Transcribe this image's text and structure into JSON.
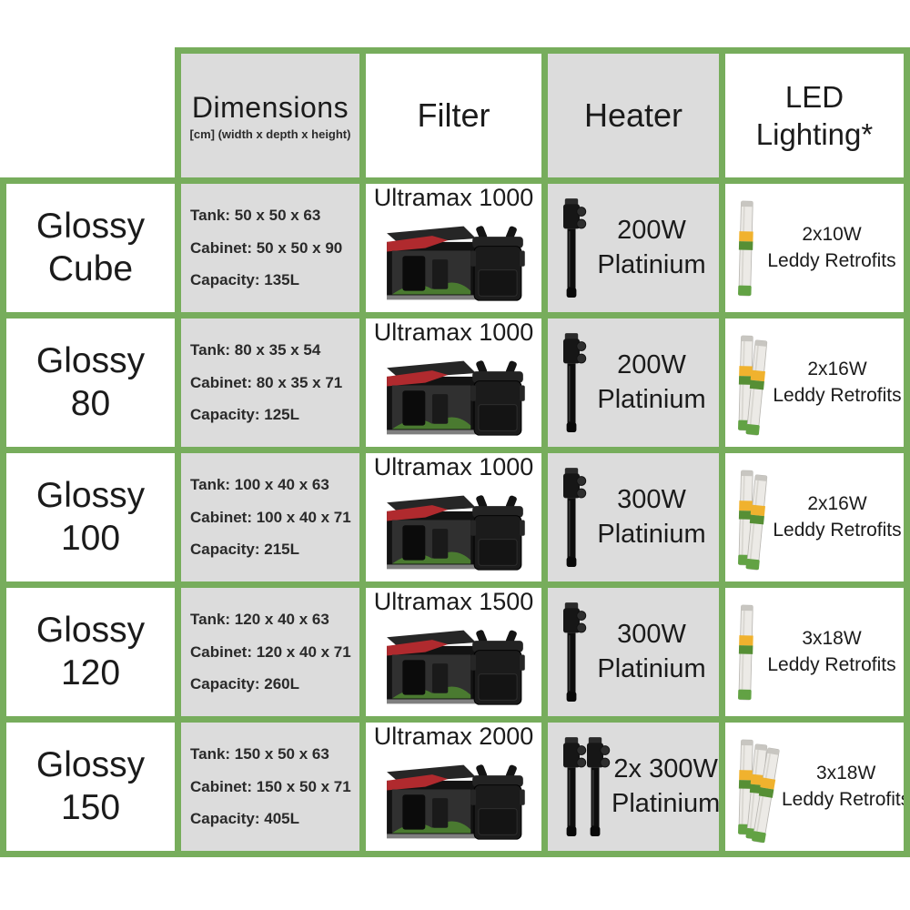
{
  "table": {
    "header": {
      "dimensions_title": "Dimensions",
      "dimensions_subtitle": "[cm] (width x depth x height)",
      "filter": "Filter",
      "heater": "Heater",
      "led_line1": "LED",
      "led_line2": "Lighting*"
    },
    "rows": [
      {
        "name_line1": "Glossy",
        "name_line2": "Cube",
        "tank": "Tank: 50 x 50 x 63",
        "cabinet": "Cabinet: 50 x 50 x 90",
        "capacity": "Capacity: 135L",
        "filter_model": "Ultramax 1000",
        "heater_power": "200W",
        "heater_model": "Platinium",
        "heater_count": "1",
        "led_power": "2x10W",
        "led_model": "Leddy Retrofits",
        "led_tube_count": "1"
      },
      {
        "name_line1": "Glossy",
        "name_line2": "80",
        "tank": "Tank: 80 x 35 x 54",
        "cabinet": "Cabinet: 80 x 35 x 71",
        "capacity": "Capacity: 125L",
        "filter_model": "Ultramax 1000",
        "heater_power": "200W",
        "heater_model": "Platinium",
        "heater_count": "1",
        "led_power": "2x16W",
        "led_model": "Leddy Retrofits",
        "led_tube_count": "2"
      },
      {
        "name_line1": "Glossy",
        "name_line2": "100",
        "tank": "Tank: 100 x 40 x 63",
        "cabinet": "Cabinet: 100 x 40 x 71",
        "capacity": "Capacity: 215L",
        "filter_model": "Ultramax 1000",
        "heater_power": "300W",
        "heater_model": "Platinium",
        "heater_count": "1",
        "led_power": "2x16W",
        "led_model": "Leddy Retrofits",
        "led_tube_count": "2"
      },
      {
        "name_line1": "Glossy",
        "name_line2": "120",
        "tank": "Tank: 120 x 40 x 63",
        "cabinet": "Cabinet: 120 x 40 x 71",
        "capacity": "Capacity: 260L",
        "filter_model": "Ultramax 1500",
        "heater_power": "300W",
        "heater_model": "Platinium",
        "heater_count": "1",
        "led_power": "3x18W",
        "led_model": "Leddy Retrofits",
        "led_tube_count": "1"
      },
      {
        "name_line1": "Glossy",
        "name_line2": "150",
        "tank": "Tank: 150 x 50 x 63",
        "cabinet": "Cabinet: 150 x 50 x 71",
        "capacity": "Capacity: 405L",
        "filter_model": "Ultramax 2000",
        "heater_power": "2x 300W",
        "heater_model": "Platinium",
        "heater_count": "2",
        "led_power": "3x18W",
        "led_model": "Leddy Retrofits",
        "led_tube_count": "3"
      }
    ],
    "colors": {
      "border_green": "#77ad5c",
      "cell_gray": "#dcdcdc",
      "cell_white": "#ffffff",
      "text": "#1b1b1b"
    }
  }
}
